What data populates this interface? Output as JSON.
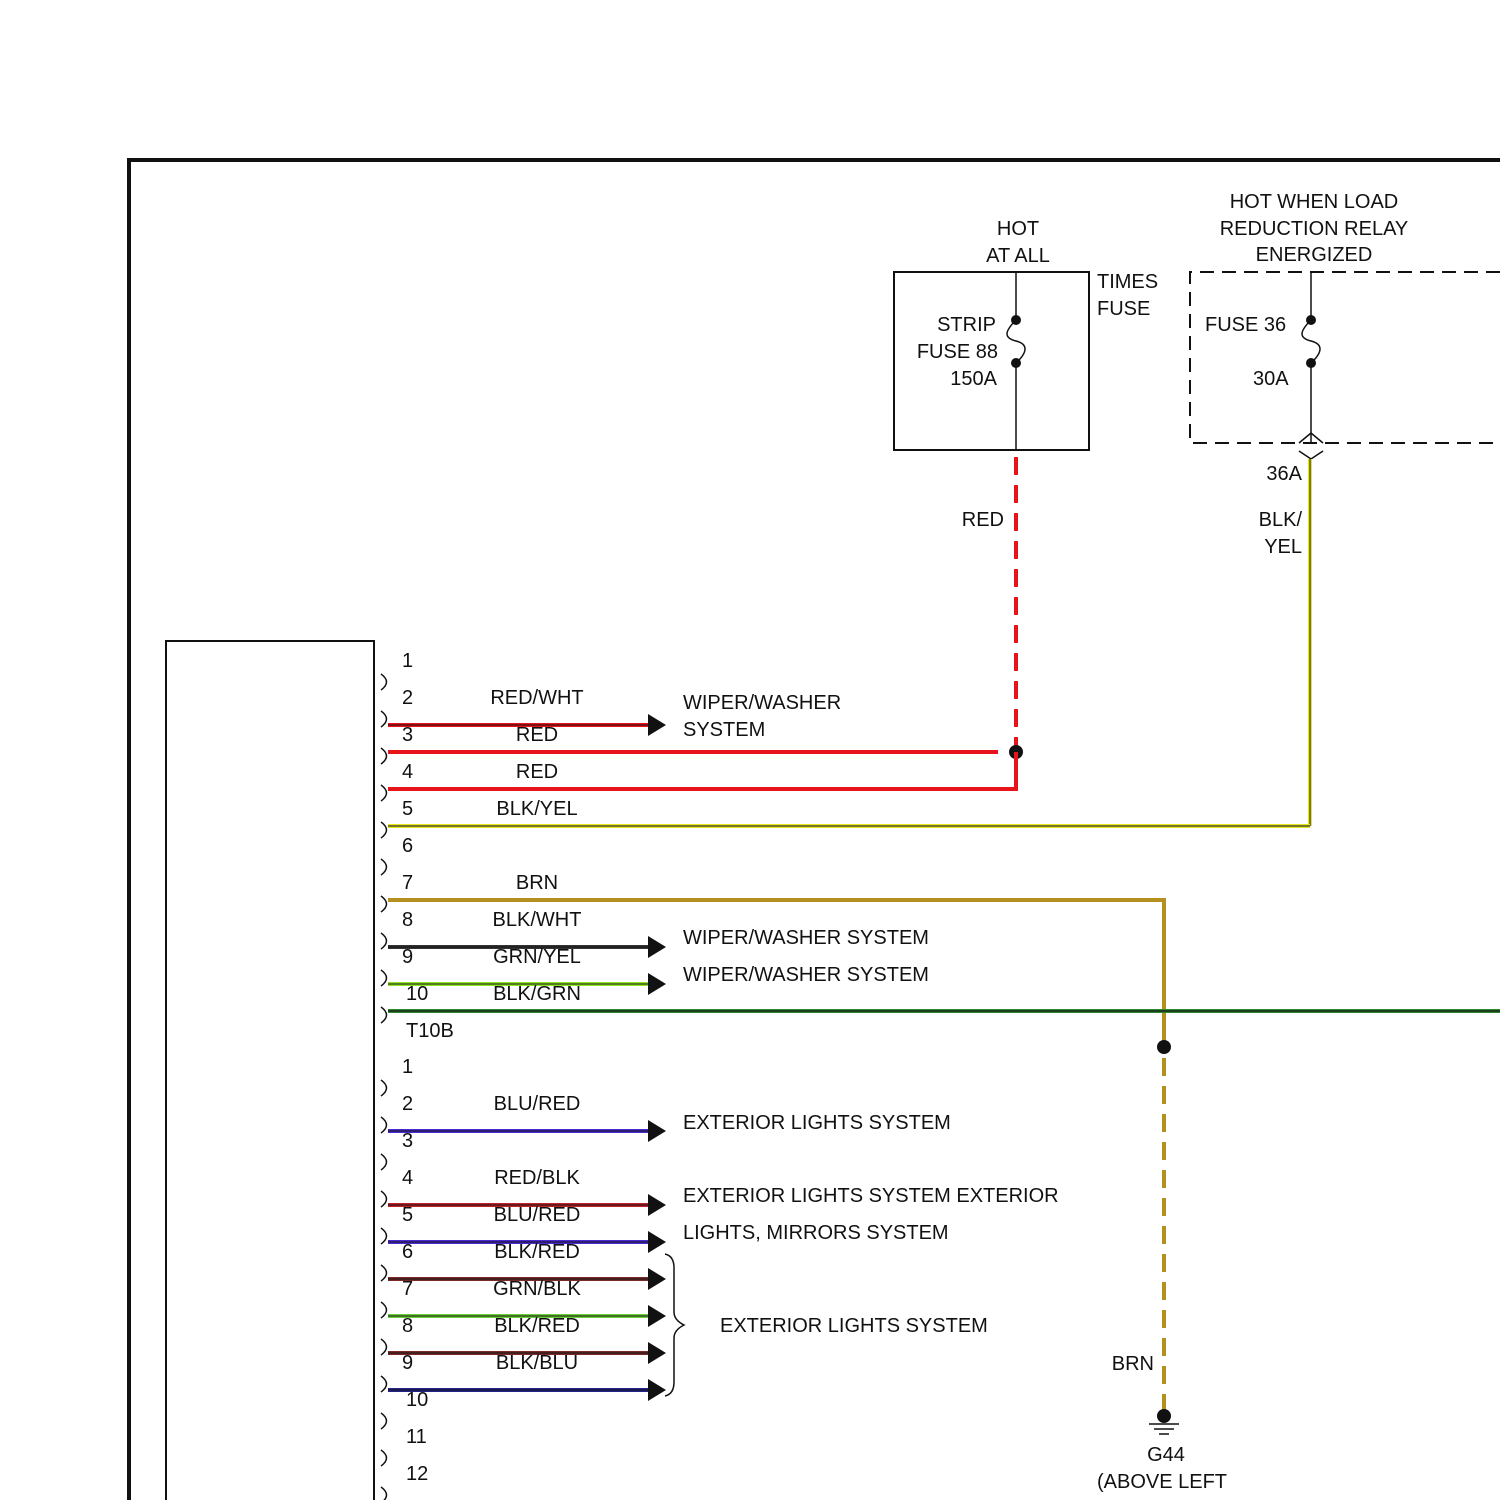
{
  "fuse_box": {
    "hot_at_all_line1": "HOT",
    "hot_at_all_line2": "AT ALL",
    "times_fuse_line1": "TIMES",
    "times_fuse_line2": "FUSE",
    "strip_fuse_line1": "STRIP",
    "strip_fuse_line2": "FUSE 88",
    "strip_fuse_line3": "150A",
    "hot_when_line1": "HOT WHEN LOAD",
    "hot_when_line2": "REDUCTION RELAY",
    "hot_when_line3": "ENERGIZED",
    "fuse36_label": "FUSE 36",
    "fuse36_rating": "30A",
    "fuse36_terminal": "36A"
  },
  "feed_wires": {
    "red_label": "RED",
    "blkyel_line1": "BLK/",
    "blkyel_line2": "YEL"
  },
  "colors": {
    "red": "#e8141b",
    "red_wht": "#e8141b",
    "blk_yel": "#e6e61e",
    "brn": "#b39020",
    "blk_wht": "#333333",
    "grn_yel": "#8ee62a",
    "blk_grn": "#2f8a2f",
    "blu_red": "#4a2ad0",
    "red_blk": "#c0222a",
    "blk_red": "#7a2a2a",
    "grn_blk": "#6ccf3a",
    "blk_blu": "#23238a"
  },
  "connector_upper": {
    "name": "T10B",
    "pins": [
      {
        "num": "1",
        "wire": "",
        "color_key": ""
      },
      {
        "num": "2",
        "wire": "RED/WHT",
        "color_key": "red_wht"
      },
      {
        "num": "3",
        "wire": "RED",
        "color_key": "red"
      },
      {
        "num": "4",
        "wire": "RED",
        "color_key": "red"
      },
      {
        "num": "5",
        "wire": "BLK/YEL",
        "color_key": "blk_yel"
      },
      {
        "num": "6",
        "wire": "",
        "color_key": ""
      },
      {
        "num": "7",
        "wire": "BRN",
        "color_key": "brn"
      },
      {
        "num": "8",
        "wire": "BLK/WHT",
        "color_key": "blk_wht"
      },
      {
        "num": "9",
        "wire": "GRN/YEL",
        "color_key": "grn_yel"
      },
      {
        "num": "10",
        "wire": "BLK/GRN",
        "color_key": "blk_grn"
      }
    ]
  },
  "connector_lower": {
    "pins": [
      {
        "num": "1",
        "wire": "",
        "color_key": ""
      },
      {
        "num": "2",
        "wire": "BLU/RED",
        "color_key": "blu_red"
      },
      {
        "num": "3",
        "wire": "",
        "color_key": ""
      },
      {
        "num": "4",
        "wire": "RED/BLK",
        "color_key": "red_blk"
      },
      {
        "num": "5",
        "wire": "BLU/RED",
        "color_key": "blu_red"
      },
      {
        "num": "6",
        "wire": "BLK/RED",
        "color_key": "blk_red"
      },
      {
        "num": "7",
        "wire": "GRN/BLK",
        "color_key": "grn_blk"
      },
      {
        "num": "8",
        "wire": "BLK/RED",
        "color_key": "blk_red"
      },
      {
        "num": "9",
        "wire": "BLK/BLU",
        "color_key": "blk_blu"
      },
      {
        "num": "10",
        "wire": "",
        "color_key": ""
      },
      {
        "num": "11",
        "wire": "",
        "color_key": ""
      },
      {
        "num": "12",
        "wire": "",
        "color_key": ""
      }
    ]
  },
  "destinations": {
    "wiper_washer_line1": "WIPER/WASHER",
    "wiper_washer_line2": "SYSTEM",
    "wiper_washer_system_8": "WIPER/WASHER SYSTEM",
    "wiper_washer_system_9": "WIPER/WASHER SYSTEM",
    "exterior_lights_2": "EXTERIOR LIGHTS SYSTEM",
    "exterior_lights_4": "EXTERIOR LIGHTS SYSTEM EXTERIOR",
    "exterior_lights_5": "LIGHTS, MIRRORS SYSTEM",
    "exterior_lights_group": "EXTERIOR LIGHTS SYSTEM"
  },
  "ground": {
    "wire_label": "BRN",
    "name": "G44",
    "location": "(ABOVE LEFT"
  }
}
